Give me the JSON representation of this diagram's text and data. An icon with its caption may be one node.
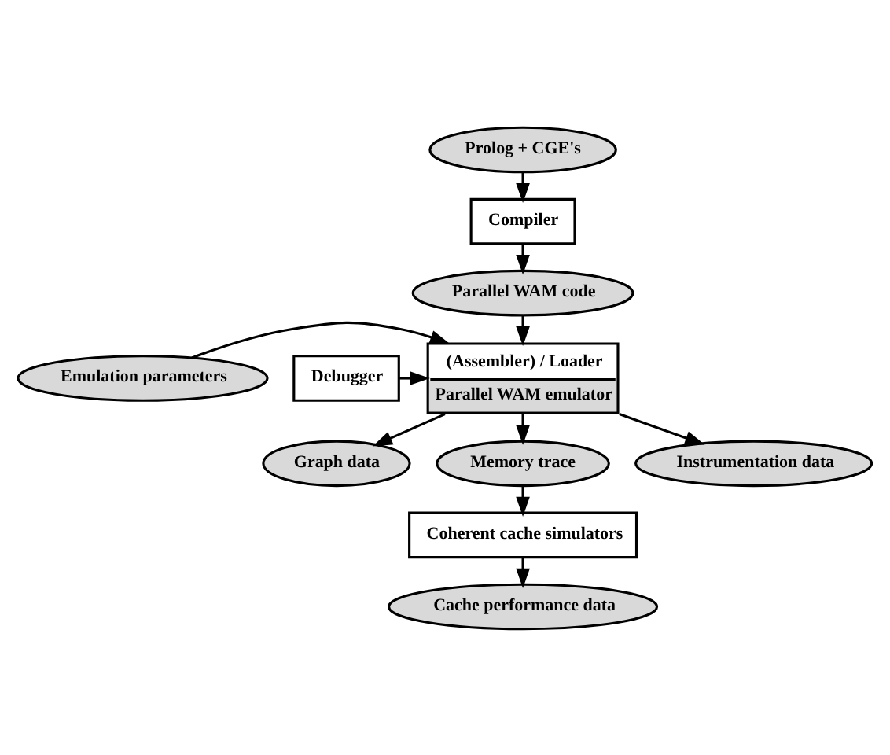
{
  "diagram": {
    "nodes": [
      {
        "text": [
          "Prolog + CGE's"
        ]
      },
      {
        "text": [
          "Compiler"
        ]
      },
      {
        "text": [
          "Parallel WAM code"
        ]
      },
      {
        "text": [
          "Emulation parameters"
        ]
      },
      {
        "text": [
          "(Assembler) / Loader",
          "Parallel WAM emulator"
        ]
      },
      {
        "text": [
          "Debugger"
        ]
      },
      {
        "text": [
          "Graph data"
        ]
      },
      {
        "text": [
          "Memory trace"
        ]
      },
      {
        "text": [
          "Instrumentation data"
        ]
      },
      {
        "text": [
          "Coherent cache simulators"
        ]
      },
      {
        "text": [
          "Cache performance data"
        ]
      }
    ],
    "edges": [
      {
        "from": 0,
        "to": 1,
        "arrow": "to"
      },
      {
        "from": 1,
        "to": 2,
        "arrow": "to"
      },
      {
        "from": 2,
        "to": 4,
        "arrow": "to"
      },
      {
        "from": 3,
        "to": 4,
        "arrow": "to"
      },
      {
        "from": 5,
        "to": 4,
        "arrow": "to"
      },
      {
        "from": 4,
        "to": 6,
        "arrow": "to"
      },
      {
        "from": 4,
        "to": 7,
        "arrow": "to"
      },
      {
        "from": 4,
        "to": 8,
        "arrow": "to"
      },
      {
        "from": 7,
        "to": 9,
        "arrow": "to"
      },
      {
        "from": 9,
        "to": 10,
        "arrow": "to"
      }
    ]
  }
}
